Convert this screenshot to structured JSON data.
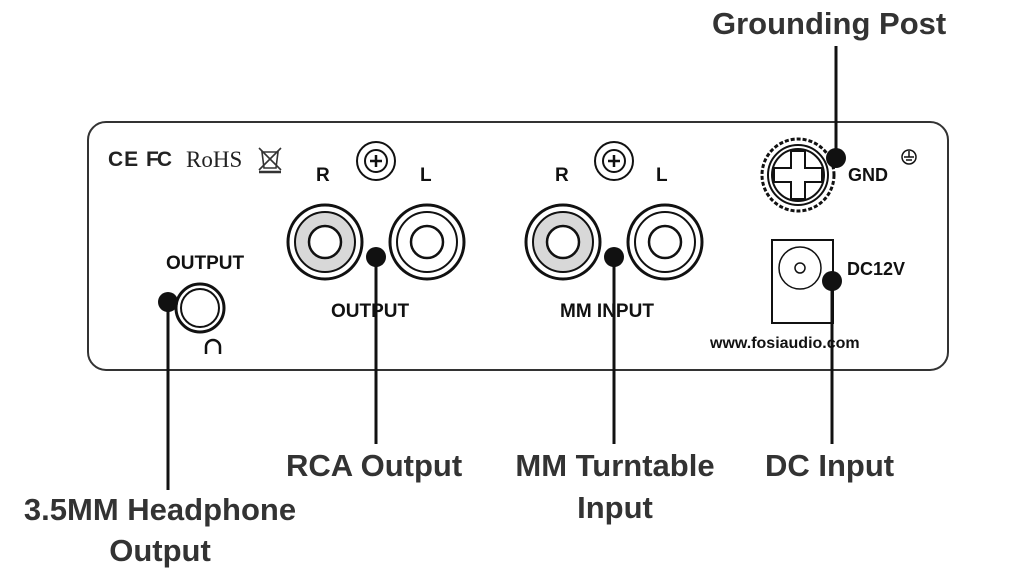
{
  "diagram": {
    "title": "Phono preamp rear panel connections",
    "colors": {
      "line": "#111111",
      "text": "#333333",
      "rca_right_fill": "#d8d8d8",
      "panel_border": "#333333"
    },
    "panel": {
      "certifications": {
        "ce": "CE",
        "fcc": "FC",
        "rohs": "RoHS",
        "weee": "weee-bin-icon"
      },
      "output_section": {
        "label": "OUTPUT",
        "r": "R",
        "l": "L"
      },
      "input_section": {
        "label": "MM INPUT",
        "r": "R",
        "l": "L"
      },
      "headphone": {
        "label": "OUTPUT",
        "icon": "headphone-icon"
      },
      "ground": {
        "label": "GND",
        "icon": "ground-symbol-icon"
      },
      "power": {
        "label": "DC12V"
      },
      "website": "www.fosiaudio.com"
    },
    "callouts": {
      "grounding_post": "Grounding Post",
      "rca_output": "RCA Output",
      "mm_input_line1": "MM Turntable",
      "mm_input_line2": "Input",
      "dc_input": "DC Input",
      "headphone_line1": "3.5MM Headphone",
      "headphone_line2": "Output"
    }
  }
}
